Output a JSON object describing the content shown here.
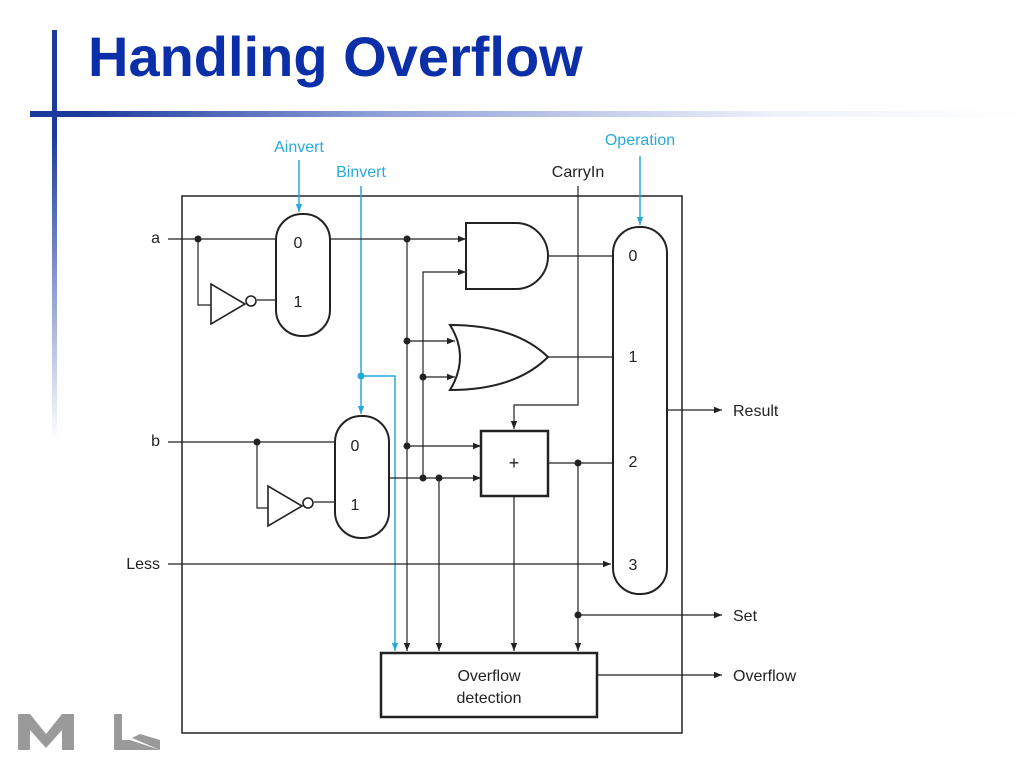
{
  "slide": {
    "title": "Handling Overflow"
  },
  "diagram": {
    "control_inputs": {
      "ainvert": "Ainvert",
      "binvert": "Binvert",
      "carryin": "CarryIn",
      "operation": "Operation"
    },
    "data_inputs": {
      "a": "a",
      "b": "b",
      "less": "Less"
    },
    "mux_a": {
      "in0": "0",
      "in1": "1"
    },
    "mux_b": {
      "in0": "0",
      "in1": "1"
    },
    "adder_symbol": "+",
    "result_mux": {
      "in0": "0",
      "in1": "1",
      "in2": "2",
      "in3": "3"
    },
    "outputs": {
      "result": "Result",
      "set": "Set",
      "overflow": "Overflow"
    },
    "overflow_block": {
      "line1": "Overflow",
      "line2": "detection"
    },
    "colors": {
      "control_signal": "#29a8e0",
      "wire": "#222222",
      "title": "#0b2fa8",
      "accent_bar": "#1a3a9c"
    }
  }
}
